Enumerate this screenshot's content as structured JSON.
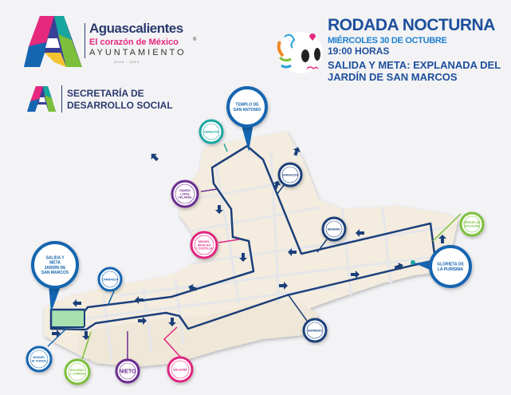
{
  "header": {
    "logo": {
      "brand": "Aguascalientes",
      "tagline": "El corazón de México",
      "registered": "®",
      "entity": "AYUNTAMIENTO",
      "period": "2019 - 2021"
    },
    "secretaria": {
      "line1": "SECRETARÍA DE",
      "line2": "DESARROLLO SOCIAL"
    }
  },
  "event": {
    "title": "RODADA NOCTURNA",
    "date": "MIÉRCOLES 30 DE OCTUBRE",
    "time": "19:00 HORAS",
    "place_line1": "SALIDA Y META: EXPLANADA DEL",
    "place_line2": "JARDÍN DE SAN MARCOS",
    "icon": "calavera-icon"
  },
  "map": {
    "colors": {
      "route": "#1c3f7a",
      "blocks": "#f3ecdf",
      "park": "#a8e0b0",
      "pin": "#1565b0"
    },
    "pins": [
      {
        "id": "templo",
        "lines": [
          "TEMPLO DE",
          "SAN ANTONIO"
        ]
      },
      {
        "id": "salida",
        "lines": [
          "SALIDA Y",
          "META",
          "JARDÍN DE",
          "SAN MARCOS"
        ]
      },
      {
        "id": "glorieta",
        "lines": [
          "GLORIETA DE",
          "LA PURÍSIMA"
        ]
      }
    ],
    "streets": [
      {
        "id": "obregon",
        "lines": [
          "OBREGÓN"
        ],
        "color": "#1aa6a0"
      },
      {
        "id": "ramon",
        "lines": [
          "RAMÓN",
          "LÓPEZ",
          "VELARDE"
        ],
        "color": "#6b2d91"
      },
      {
        "id": "hidalgo",
        "lines": [
          "MIGUEL",
          "HIDALGO",
          "Y COSTILLA"
        ],
        "color": "#e0257f"
      },
      {
        "id": "zaragoza",
        "lines": [
          "ZARAGOZA"
        ],
        "color": "#1c3f7a"
      },
      {
        "id": "madero",
        "lines": [
          "MADERO"
        ],
        "color": "#1c3f7a"
      },
      {
        "id": "nacozari",
        "lines": [
          "HÉROES DE",
          "NACOZARI"
        ],
        "color": "#7cbf3a"
      },
      {
        "id": "hornedo",
        "lines": [
          "HORNEDO"
        ],
        "color": "#1c3f7a"
      },
      {
        "id": "carranza",
        "lines": [
          "CARRANZA"
        ],
        "color": "#1565b0"
      },
      {
        "id": "ponce",
        "lines": [
          "MANUEL",
          "M. PONCE"
        ],
        "color": "#1565b0"
      },
      {
        "id": "correa",
        "lines": [
          "EDUARDO",
          "J. CORREA"
        ],
        "color": "#7cbf3a"
      },
      {
        "id": "nieto",
        "lines": [
          "NIETO"
        ],
        "color": "#6b2d91"
      },
      {
        "id": "galeana",
        "lines": [
          "GALEANA"
        ],
        "color": "#e0257f"
      }
    ]
  }
}
